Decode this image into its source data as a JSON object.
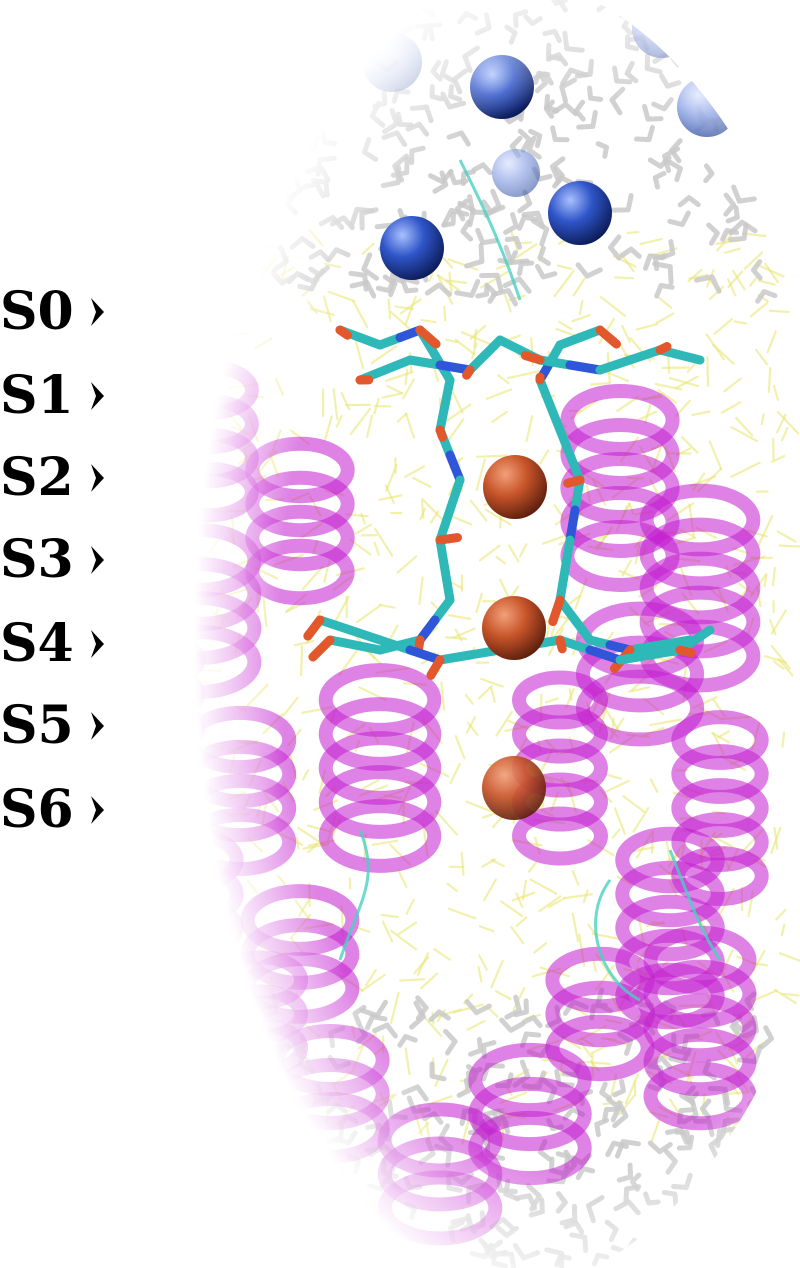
{
  "labels": {
    "sites": [
      "S0",
      "S1",
      "S2",
      "S3",
      "S4",
      "S5",
      "S6"
    ]
  },
  "colors": {
    "background": "#ffffff",
    "label_text": "#000000",
    "membrane_lipids": "#e8e36a",
    "water_molecules": "#c9c9c9",
    "protein_helices": "#c21ecf",
    "filter_carbon": "#2fb8b8",
    "filter_nitrogen": "#2f55d8",
    "filter_oxygen": "#e2572b",
    "potassium_ions": "#b84a26",
    "bulk_ions": "#3e62c9",
    "loops": "#49d1c4"
  },
  "icons": {
    "site_marker": "chevron-right-icon"
  }
}
